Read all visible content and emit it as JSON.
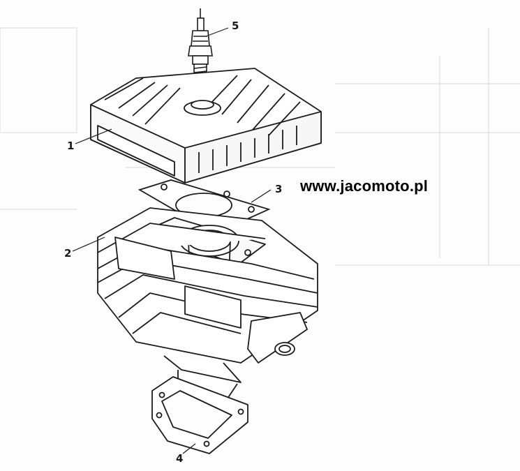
{
  "watermark": "www.jacomoto.pl",
  "callouts": {
    "cylinder_head": "1",
    "cylinder": "2",
    "head_gasket": "3",
    "base_gasket": "4",
    "spark_plug": "5"
  },
  "colors": {
    "ink": "#1c1c1c",
    "paper": "#fdfdfd",
    "ghost": "#d6d6d6"
  }
}
